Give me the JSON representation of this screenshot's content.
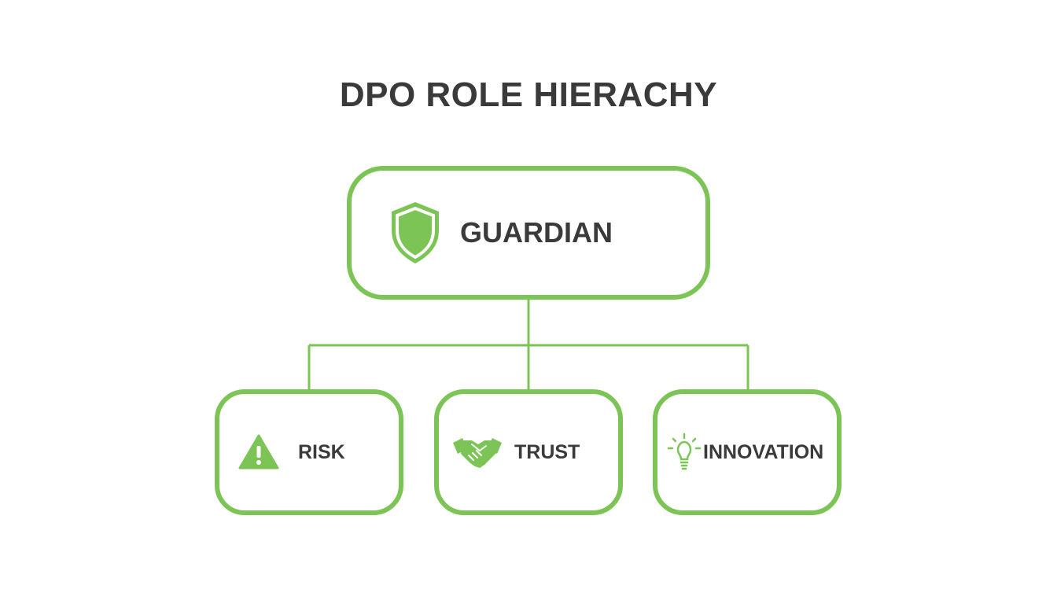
{
  "diagram": {
    "title": "DPO ROLE HIERACHY",
    "accent_color": "#7dc456",
    "text_color": "#3a3a3a",
    "root": {
      "label": "GUARDIAN",
      "icon": "shield-icon"
    },
    "children": [
      {
        "label": "RISK",
        "icon": "warning-icon"
      },
      {
        "label": "TRUST",
        "icon": "handshake-icon"
      },
      {
        "label": "INNOVATION",
        "icon": "lightbulb-icon"
      }
    ]
  }
}
